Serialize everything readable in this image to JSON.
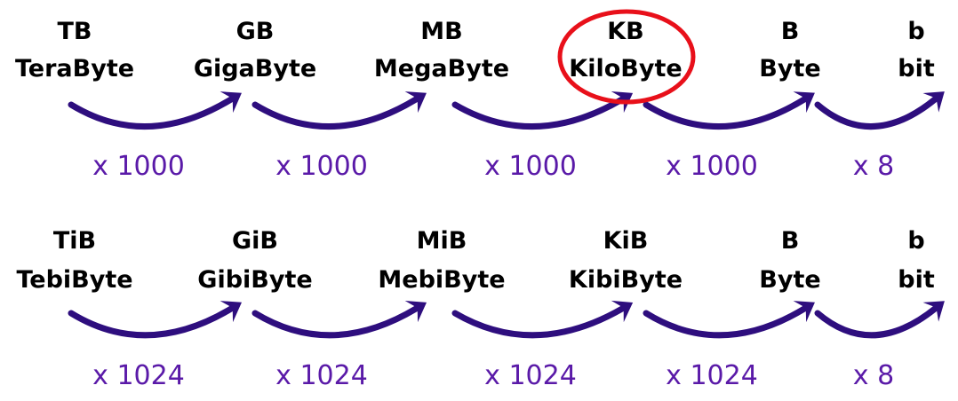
{
  "colors": {
    "arrow": "#2e0e7e",
    "factor_text": "#5a1aa8",
    "highlight": "#e8101a",
    "label_text": "#000000"
  },
  "icons": {
    "arrow": "curved-arrow-icon",
    "highlight": "red-circle-highlight"
  },
  "rows": [
    {
      "units": [
        {
          "abbr": "TB",
          "name": "TeraByte"
        },
        {
          "abbr": "GB",
          "name": "GigaByte"
        },
        {
          "abbr": "MB",
          "name": "MegaByte"
        },
        {
          "abbr": "KB",
          "name": "KiloByte",
          "highlighted": true
        },
        {
          "abbr": "B",
          "name": "Byte"
        },
        {
          "abbr": "b",
          "name": "bit"
        }
      ],
      "factors": [
        "x 1000",
        "x 1000",
        "x 1000",
        "x 1000",
        "x 8"
      ]
    },
    {
      "units": [
        {
          "abbr": "TiB",
          "name": "TebiByte"
        },
        {
          "abbr": "GiB",
          "name": "GibiByte"
        },
        {
          "abbr": "MiB",
          "name": "MebiByte"
        },
        {
          "abbr": "KiB",
          "name": "KibiByte"
        },
        {
          "abbr": "B",
          "name": "Byte"
        },
        {
          "abbr": "b",
          "name": "bit"
        }
      ],
      "factors": [
        "x 1024",
        "x 1024",
        "x 1024",
        "x 1024",
        "x 8"
      ]
    }
  ]
}
